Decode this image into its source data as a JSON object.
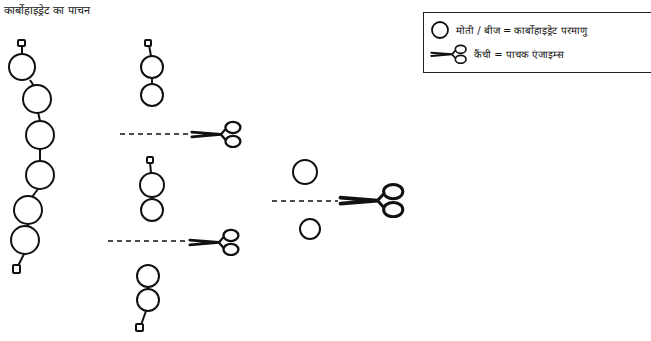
{
  "diagram": {
    "title": "कार्बोहाइड्रेट का पाचन",
    "legend": [
      {
        "text": "मोती / बीज = कार्बोहाइड्रेट परमाणु"
      },
      {
        "text": "कैंची = पाचक एंजाइम्स"
      }
    ]
  }
}
